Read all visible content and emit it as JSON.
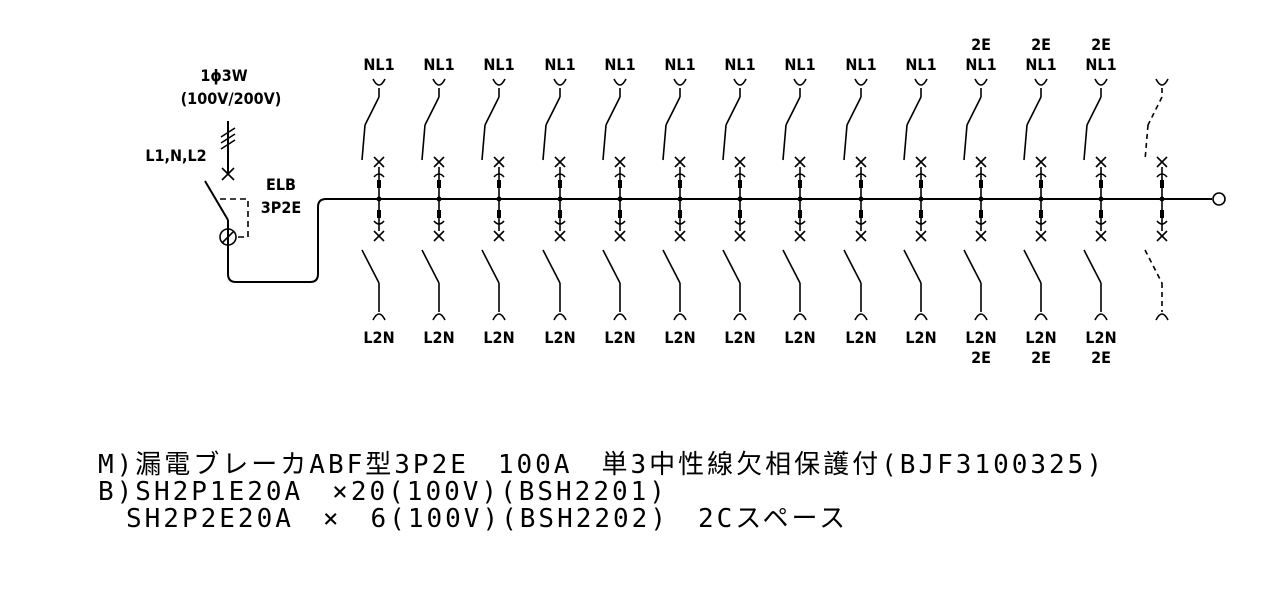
{
  "main_breaker": {
    "supply": "1ϕ3W",
    "voltage": "(100V/200V)",
    "phases": "L1,N,L2",
    "type": "ELB",
    "poles": "3P2E"
  },
  "branches": [
    {
      "top": "NL1",
      "bottom": "L2N"
    },
    {
      "top": "NL1",
      "bottom": "L2N"
    },
    {
      "top": "NL1",
      "bottom": "L2N"
    },
    {
      "top": "NL1",
      "bottom": "L2N"
    },
    {
      "top": "NL1",
      "bottom": "L2N"
    },
    {
      "top": "NL1",
      "bottom": "L2N"
    },
    {
      "top": "NL1",
      "bottom": "L2N"
    },
    {
      "top": "NL1",
      "bottom": "L2N"
    },
    {
      "top": "NL1",
      "bottom": "L2N"
    },
    {
      "top": "NL1",
      "bottom": "L2N"
    },
    {
      "top_extra": "2E",
      "top": "NL1",
      "bottom": "L2N",
      "bottom_extra": "2E"
    },
    {
      "top_extra": "2E",
      "top": "NL1",
      "bottom": "L2N",
      "bottom_extra": "2E"
    },
    {
      "top_extra": "2E",
      "top": "NL1",
      "bottom": "L2N",
      "bottom_extra": "2E"
    },
    {
      "space": true
    }
  ],
  "notes": {
    "line1": "M)漏電ブレーカABF型3P2E　100A　単3中性線欠相保護付(BJF3100325)",
    "line2": "B)SH2P1E20A　×20(100V)(BSH2201)",
    "line3": "SH2P2E20A　×　6(100V)(BSH2202)　2Cスペース"
  }
}
